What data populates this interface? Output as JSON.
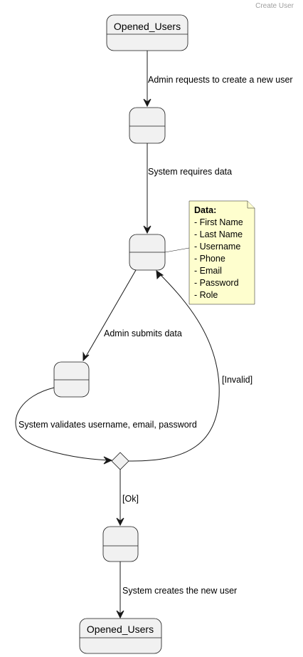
{
  "page_label": "Create User",
  "states": {
    "start_state": "Opened_Users",
    "end_state": "Opened_Users"
  },
  "transitions": {
    "admin_requests": "Admin requests to create a new user",
    "system_requires": "System requires data",
    "admin_submits": "Admin submits data",
    "system_validates": "System validates username, email, password",
    "invalid_guard": "[Invalid]",
    "ok_guard": "[Ok]",
    "system_creates": "System creates the new user"
  },
  "note": {
    "title": "Data:",
    "lines": [
      "- First Name",
      "- Last Name",
      "- Username",
      "- Phone",
      "- Email",
      "- Password",
      "- Role"
    ]
  },
  "colors": {
    "state_fill": "#f1f1f1",
    "note_fill": "#fefece",
    "stroke": "#181818"
  }
}
